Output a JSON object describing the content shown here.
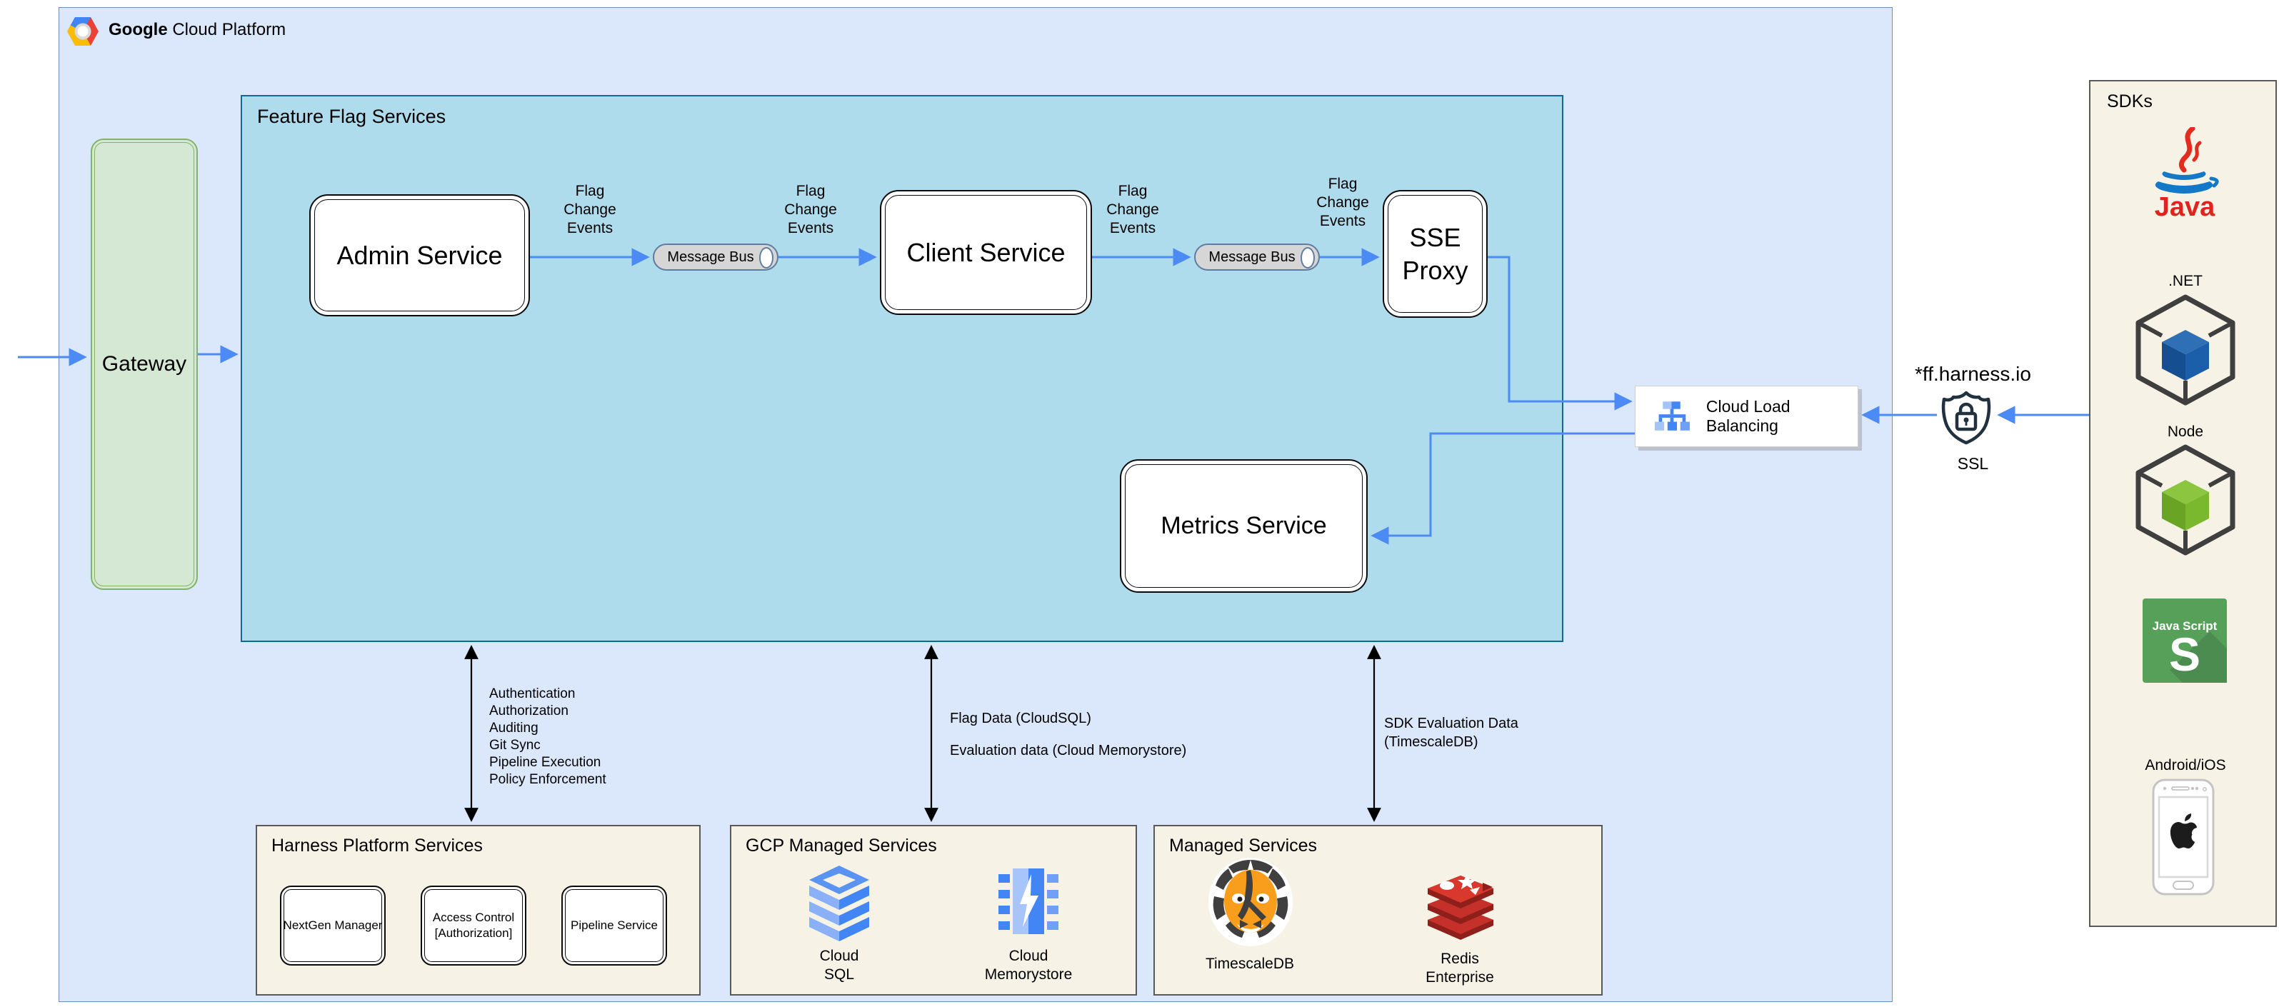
{
  "colors": {
    "arrow_blue": "#4c8bf5",
    "arrow_black": "#000000",
    "outer_fill": "#dbe8fc",
    "outer_border": "#6c8ebf",
    "ffs_fill": "#aedcec",
    "ffs_border": "#0e6a94",
    "gateway_fill": "#d5e8d4",
    "gateway_border": "#82b366",
    "panel_fill": "#f6f3e6",
    "redis_red": "#c6302b",
    "tiger_orange": "#f99e1c",
    "gcp_blue": "#4285f4"
  },
  "header": {
    "brand_bold": "Google",
    "brand_rest": "Cloud Platform"
  },
  "gateway": {
    "label": "Gateway"
  },
  "feature_flag_services": {
    "title": "Feature Flag Services",
    "admin_service": "Admin Service",
    "client_service": "Client Service",
    "sse_proxy": "SSE\nProxy",
    "metrics_service": "Metrics Service",
    "message_bus": "Message Bus",
    "flag_change_events": "Flag\nChange\nEvents"
  },
  "load_balancer": {
    "label": "Cloud Load Balancing"
  },
  "ssl": {
    "domain": "*ff.harness.io",
    "label": "SSL"
  },
  "sdks": {
    "title": "SDKs",
    "java_label": "Java",
    "dotnet_label": ".NET",
    "node_label": "Node",
    "javascript_label": "Java Script",
    "javascript_letter": "S",
    "android_label": "Android/iOS"
  },
  "connections": {
    "platform_services": "Authentication\nAuthorization\nAuditing\nGit Sync\nPipeline Execution\nPolicy Enforcement",
    "flag_data": "Flag Data (CloudSQL)",
    "evaluation_data": "Evaluation data (Cloud Memorystore)",
    "sdk_evaluation": "SDK Evaluation Data\n(TimescaleDB)"
  },
  "harness_platform": {
    "title": "Harness Platform Services",
    "items": [
      "NextGen Manager",
      "Access Control\n[Authorization]",
      "Pipeline Service"
    ]
  },
  "gcp_managed": {
    "title": "GCP Managed Services",
    "cloud_sql": "Cloud\nSQL",
    "cloud_memorystore": "Cloud\nMemorystore"
  },
  "managed": {
    "title": "Managed Services",
    "timescaledb": "TimescaleDB",
    "redis": "Redis\nEnterprise"
  }
}
